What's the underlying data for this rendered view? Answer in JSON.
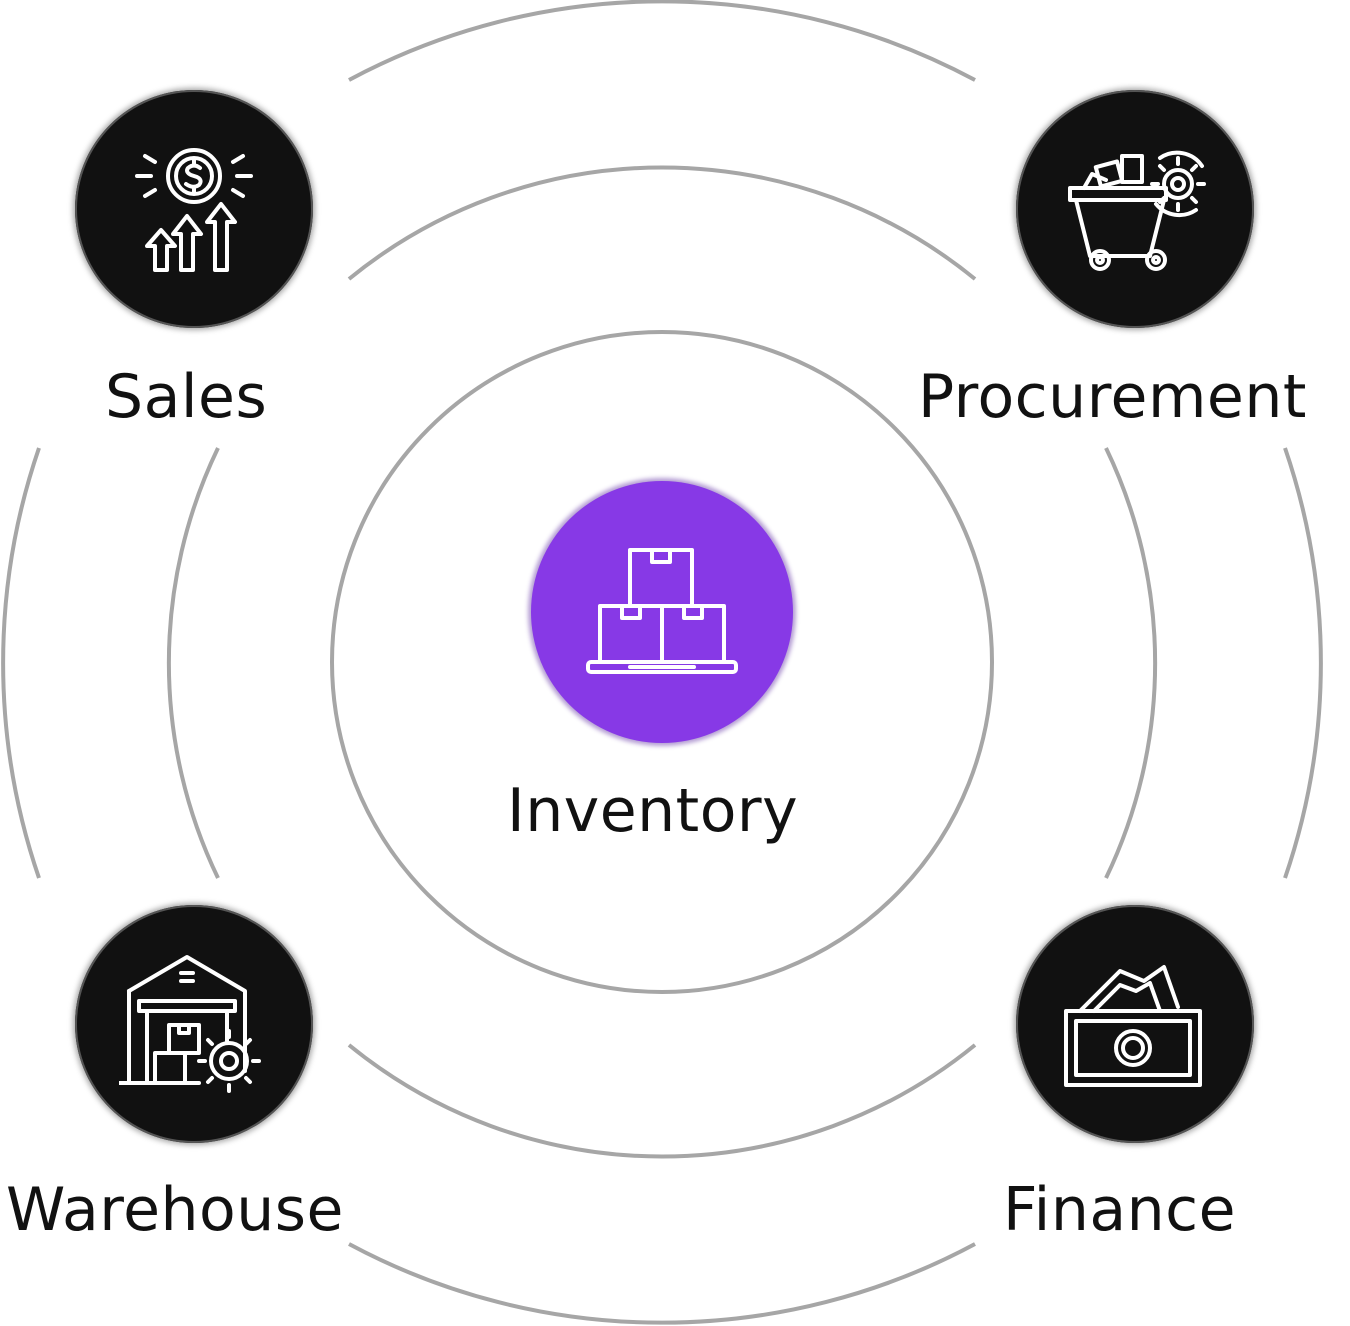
{
  "center": {
    "label": "Inventory",
    "icon": "stacked-boxes-icon",
    "color": "#8739e6"
  },
  "nodes": [
    {
      "id": "sales",
      "label": "Sales",
      "icon": "sales-growth-icon"
    },
    {
      "id": "procurement",
      "label": "Procurement",
      "icon": "shopping-cart-gear-icon"
    },
    {
      "id": "warehouse",
      "label": "Warehouse",
      "icon": "warehouse-gear-icon"
    },
    {
      "id": "finance",
      "label": "Finance",
      "icon": "money-bills-icon"
    }
  ],
  "colors": {
    "node": "#111111",
    "ring": "#a6a6a6",
    "text": "#111111"
  }
}
